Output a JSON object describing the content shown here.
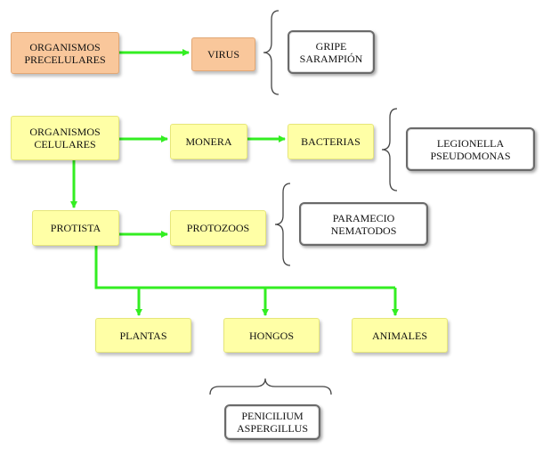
{
  "nodes": {
    "organismos_precelulares": "ORGANISMOS\nPRECELULARES",
    "virus": "VIRUS",
    "organismos_celulares": "ORGANISMOS\nCELULARES",
    "monera": "MONERA",
    "bacterias": "BACTERIAS",
    "protista": "PROTISTA",
    "protozoos": "PROTOZOOS",
    "plantas": "PLANTAS",
    "hongos": "HONGOS",
    "animales": "ANIMALES"
  },
  "examples": {
    "virus": "GRIPE\nSARAMPIÓN",
    "bacterias": "LEGIONELLA\nPSEUDOMONAS",
    "protozoos": "PARAMECIO\nNEMATODOS",
    "hongos": "PENICILIUM\nASPERGILLUS"
  },
  "colors": {
    "precellular_fill": "#f9c79b",
    "cellular_fill": "#ffffa6",
    "arrow": "#33ee22",
    "bracket": "#444444"
  }
}
